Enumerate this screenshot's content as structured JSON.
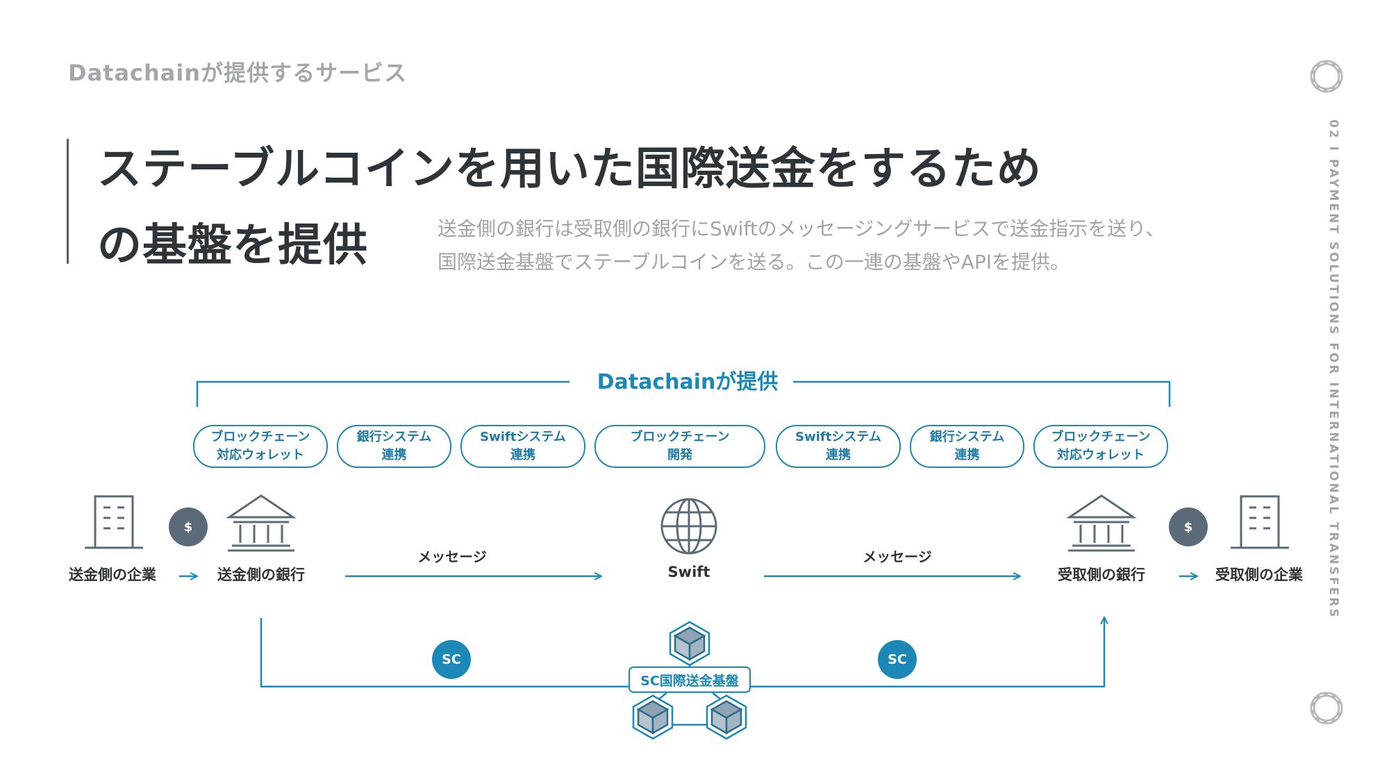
{
  "header": {
    "section_label": "Datachainが提供するサービス",
    "title_line_1": "ステーブルコインを用いた国際送金をするため",
    "title_line_2": "の基盤を提供",
    "description_line_1": "送金側の銀行は受取側の銀行にSwiftのメッセージングサービスで送金指示を送り、",
    "description_line_2": "国際送金基盤でステーブルコインを送る。この一連の基盤やAPIを提供。"
  },
  "side_label": "02 I PAYMENT SOLUTIONS FOR INTERNATIONAL TRANSFERS",
  "diagram": {
    "provide_label": "Datachainが提供",
    "services": [
      {
        "line1": "ブロックチェーン",
        "line2": "対応ウォレット"
      },
      {
        "line1": "銀行システム",
        "line2": "連携"
      },
      {
        "line1": "Swiftシステム",
        "line2": "連携"
      },
      {
        "line1": "ブロックチェーン",
        "line2": "開発"
      },
      {
        "line1": "Swiftシステム",
        "line2": "連携"
      },
      {
        "line1": "銀行システム",
        "line2": "連携"
      },
      {
        "line1": "ブロックチェーン",
        "line2": "対応ウォレット"
      }
    ],
    "nodes": {
      "sender_company": "送金側の企業",
      "sender_bank": "送金側の銀行",
      "swift": "Swift",
      "receiver_bank": "受取側の銀行",
      "receiver_company": "受取側の企業"
    },
    "message_label": "メッセージ",
    "currency_symbol": "$",
    "stablecoin_badge": "SC",
    "platform_label": "SC国際送金基盤"
  },
  "colors": {
    "accent": "#1b88b8",
    "text_dark": "#2f3439",
    "text_muted": "#a0a4a8",
    "icon_gray": "#5a6a78"
  }
}
